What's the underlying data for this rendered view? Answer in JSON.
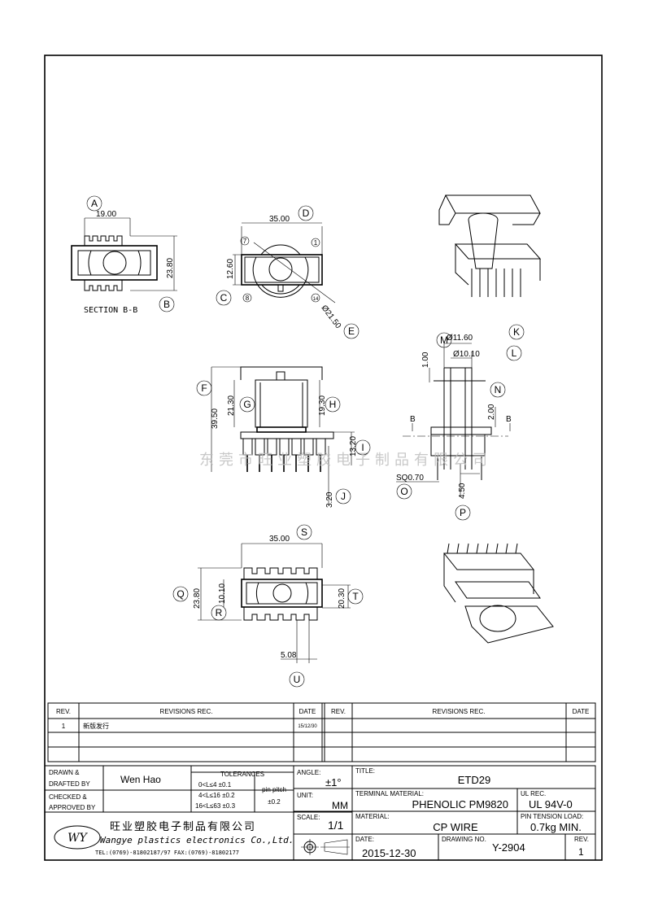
{
  "drawing": {
    "section_label": "SECTION B-B",
    "callouts": [
      "A",
      "B",
      "C",
      "D",
      "E",
      "F",
      "G",
      "H",
      "I",
      "J",
      "K",
      "L",
      "M",
      "N",
      "O",
      "P",
      "Q",
      "R",
      "S",
      "T",
      "U"
    ],
    "pins": {
      "p7": "7",
      "p1": "1",
      "p8": "8",
      "p14": "14"
    },
    "dims": {
      "a": "19.00",
      "b": "23.80",
      "c": "12.60",
      "d": "35.00",
      "e": "Ø21.50",
      "f": "39.50",
      "g": "21.30",
      "h": "19.30",
      "i": "13.20",
      "j": "3.20",
      "k": "Ø11.60",
      "l": "Ø10.10",
      "m": "1.00",
      "n": "2.00",
      "o": "SQ0.70",
      "p": "4.50",
      "q": "23.80",
      "r": "10.10",
      "s": "35.00",
      "t": "20.30",
      "u": "5.08"
    },
    "section_marks": [
      "B",
      "B"
    ],
    "watermark": "东莞市旺业塑胶电子制品有限公司"
  },
  "revisions": {
    "headers": {
      "rev": "REV.",
      "rec": "REVISIONS   REC.",
      "date": "DATE"
    },
    "rows": [
      {
        "rev": "1",
        "rec": "新版发行",
        "date": "15/12/30"
      }
    ]
  },
  "title_block": {
    "drawn_label_1": "DRAWN &",
    "drawn_label_2": "DRAFTED BY",
    "drawn_by": "Wen Hao",
    "checked_label_1": "CHECKED &",
    "checked_label_2": "APPROVED BY",
    "tolerances_label": "TOLERANCES",
    "tol": [
      "0<L≤4   ±0.1",
      "4<L≤16  ±0.2",
      "16<L≤63  ±0.3"
    ],
    "pin_pitch_label": "pin pitch",
    "pin_pitch_value": "±0.2",
    "angle_label": "ANGLE:",
    "angle_value": "±1°",
    "unit_label": "UNIT:",
    "unit_value": "MM",
    "scale_label": "SCALE:",
    "scale_value": "1/1",
    "title_label": "TITLE:",
    "title_value": "ETD29",
    "terminal_label": "TERMINAL MATERIAL:",
    "terminal_value": "PHENOLIC  PM9820",
    "ul_label": "UL REC.",
    "ul_value": "UL  94V-0",
    "material_label": "MATERIAL:",
    "material_value": "CP  WIRE",
    "tension_label": "PIN TENSION LOAD:",
    "tension_value": "0.7kg  MIN.",
    "date_label": "DATE:",
    "date_value": "2015-12-30",
    "drawing_no_label": "DRAWING NO.",
    "drawing_no_value": "Y-2904",
    "rev_label": "REV.",
    "rev_value": "1",
    "company_cn": "旺业塑胶电子制品有限公司",
    "company_en": "Wangye plastics electronics Co.,Ltd.",
    "contact": "TEL:(0769)-81802187/97   FAX:(0769)-81802177",
    "logo_text": "WY"
  }
}
